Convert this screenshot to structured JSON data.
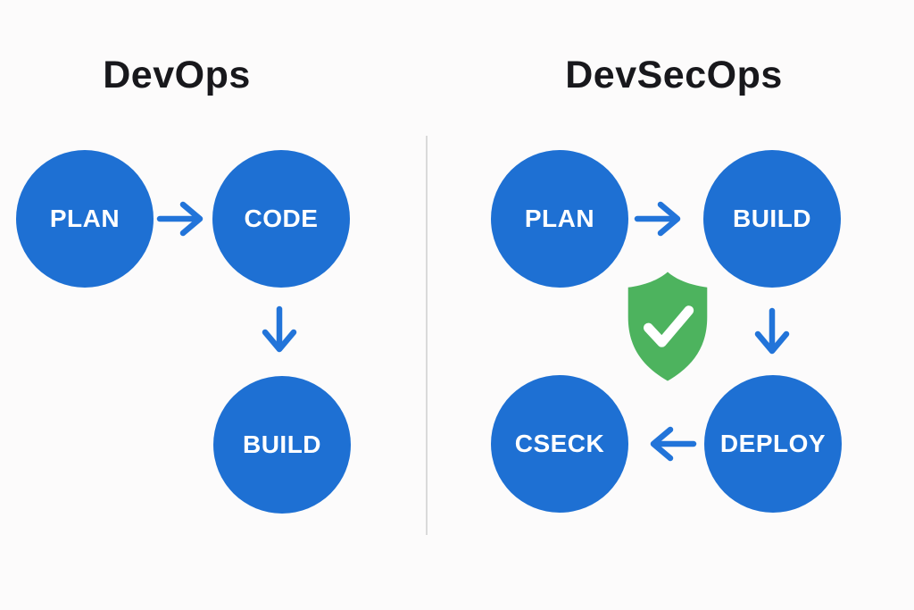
{
  "diagram": {
    "left": {
      "title": "DevOps",
      "nodes": {
        "plan": {
          "label": "PLAN"
        },
        "code": {
          "label": "CODE"
        },
        "build": {
          "label": "BUILD"
        }
      },
      "flow_order": [
        "PLAN",
        "CODE",
        "BUILD"
      ]
    },
    "right": {
      "title": "DevSecOps",
      "nodes": {
        "plan": {
          "label": "PLAN"
        },
        "build": {
          "label": "BUILD"
        },
        "deploy": {
          "label": "DEPLOY"
        },
        "cseck": {
          "label": "CSECK"
        }
      },
      "flow_order": [
        "PLAN",
        "BUILD",
        "DEPLOY",
        "CSECK"
      ],
      "security_icon": "shield-check-icon"
    },
    "colors": {
      "node_fill": "#1e70d3",
      "node_text": "#ffffff",
      "arrow": "#2274d9",
      "shield_green": "#4db35e",
      "shield_check": "#ffffff",
      "title_text": "#18181c",
      "divider": "#dadada",
      "background": "#fcfbfb"
    }
  }
}
